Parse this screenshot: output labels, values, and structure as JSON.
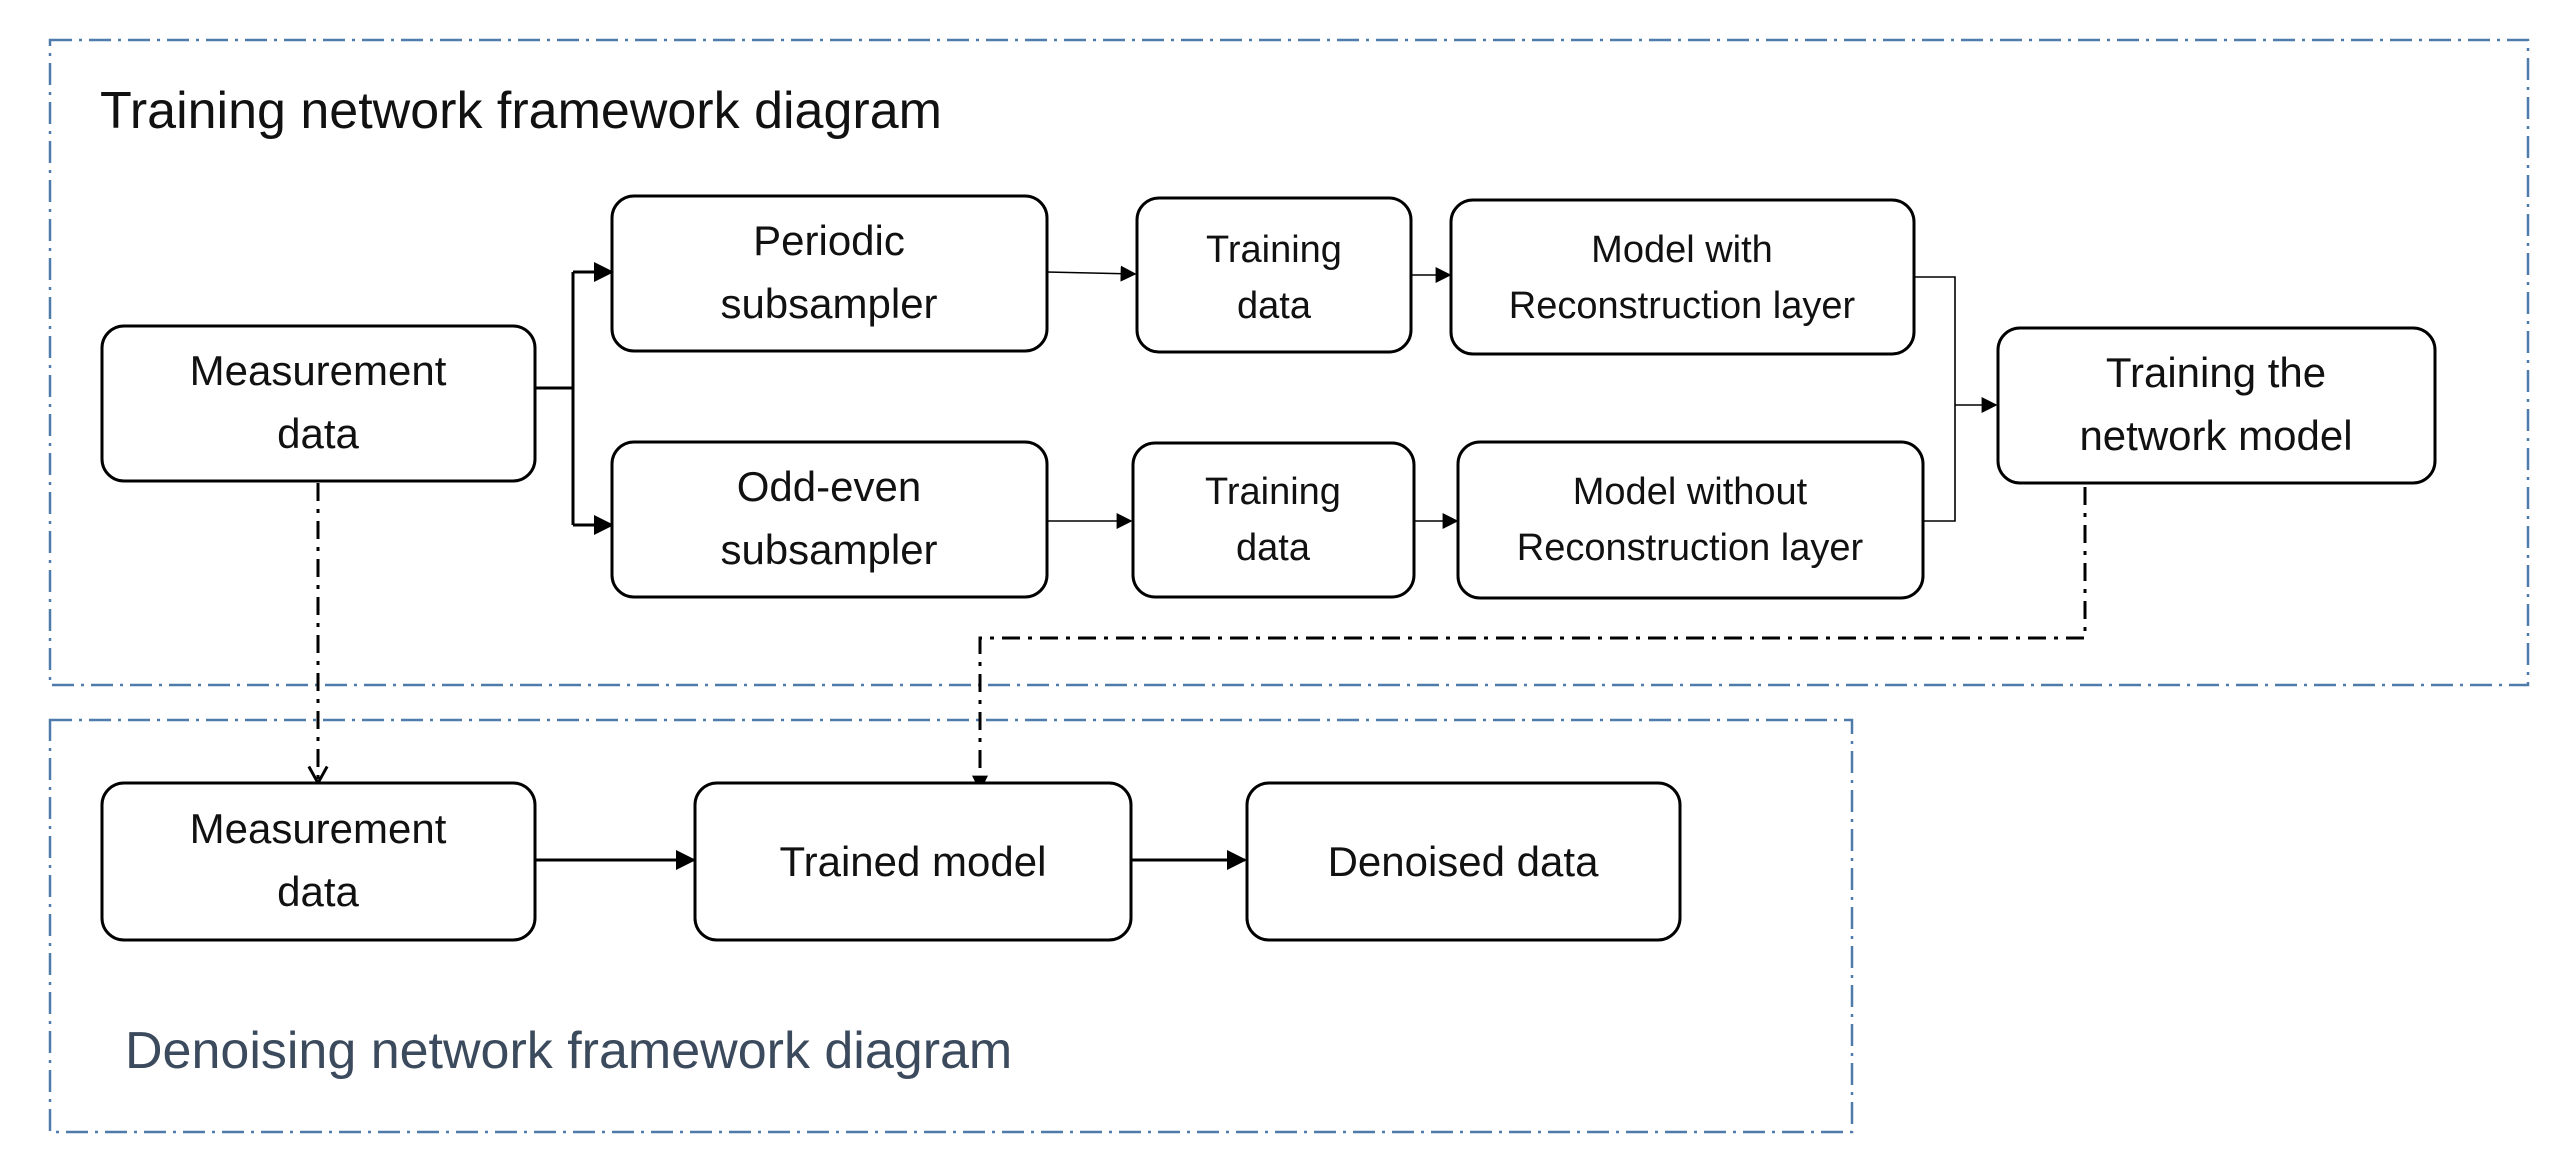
{
  "training_region": {
    "title": "Training network framework diagram",
    "border_color": "#4f7bab",
    "title_color": "#111111"
  },
  "denoising_region": {
    "title": "Denoising network framework diagram",
    "border_color": "#4f7bab",
    "title_color": "#3b4a5c"
  },
  "nodes": {
    "measurement_top": {
      "line1": "Measurement",
      "line2": "data"
    },
    "periodic_subsampler": {
      "line1": "Periodic",
      "line2": "subsampler"
    },
    "oddeven_subsampler": {
      "line1": "Odd-even",
      "line2": "subsampler"
    },
    "training_data_top": {
      "line1": "Training",
      "line2": "data"
    },
    "training_data_bottom": {
      "line1": "Training",
      "line2": "data"
    },
    "model_with": {
      "line1": "Model with",
      "line2": "Reconstruction layer"
    },
    "model_without": {
      "line1": "Model without",
      "line2": "Reconstruction layer"
    },
    "training_network": {
      "line1": "Training the",
      "line2": "network model"
    },
    "measurement_bottom": {
      "line1": "Measurement",
      "line2": "data"
    },
    "trained_model": {
      "label": "Trained model"
    },
    "denoised_data": {
      "label": "Denoised data"
    }
  }
}
